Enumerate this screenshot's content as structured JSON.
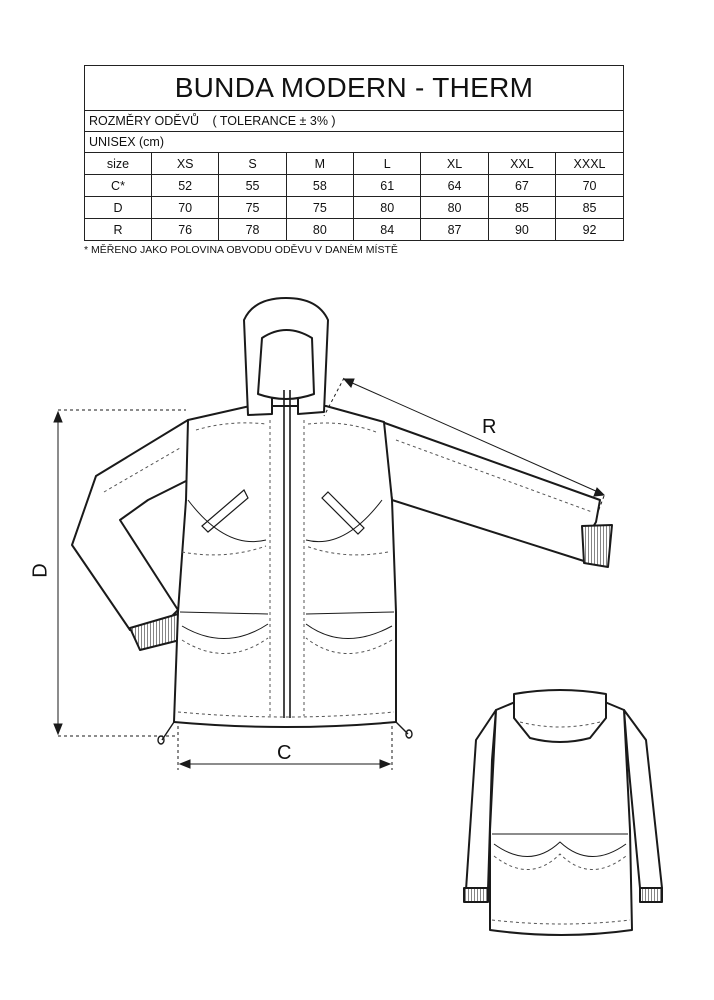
{
  "title": "BUNDA MODERN - THERM",
  "subtitle": {
    "label": "ROZMĚRY ODĚVŮ",
    "tolerance": "( TOLERANCE ± 3% )"
  },
  "unit_line": "UNISEX (cm)",
  "table": {
    "header": [
      "size",
      "XS",
      "S",
      "M",
      "L",
      "XL",
      "XXL",
      "XXXL"
    ],
    "rows": [
      [
        "C*",
        "52",
        "55",
        "58",
        "61",
        "64",
        "67",
        "70"
      ],
      [
        "D",
        "70",
        "75",
        "75",
        "80",
        "80",
        "85",
        "85"
      ],
      [
        "R",
        "76",
        "78",
        "80",
        "84",
        "87",
        "90",
        "92"
      ]
    ]
  },
  "footnote": "* MĚŘENO JAKO POLOVINA OBVODU ODĚVU V DANÉM MÍSTĚ",
  "dimensions": {
    "length": "D",
    "chest": "C",
    "sleeve": "R"
  },
  "colors": {
    "line": "#1a1a1a",
    "cuff": "#888888",
    "dash": "#555555"
  },
  "icons": [
    "jacket-front-drawing",
    "jacket-back-drawing"
  ]
}
